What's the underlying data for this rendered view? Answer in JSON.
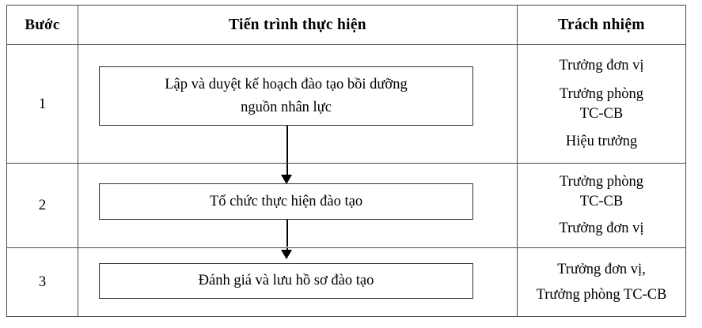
{
  "table": {
    "headers": {
      "step": "Bước",
      "flow": "Tiến trình thực hiện",
      "responsibility": "Trách nhiệm"
    },
    "rows": [
      {
        "step": "1",
        "process_text": "Lập và duyệt kế hoạch đào tạo bồi dưỡng\nnguồn nhân lực",
        "responsibilities": [
          "Trưởng đơn vị",
          "Trưởng phòng\nTC-CB",
          "Hiệu trưởng"
        ],
        "connector_out": "arrow-down"
      },
      {
        "step": "2",
        "process_text": "Tổ chức thực hiện đào tạo",
        "responsibilities": [
          "Trưởng phòng\nTC-CB",
          "Trưởng đơn vị"
        ],
        "connector_in": "arrow-down",
        "connector_out": "arrow-down"
      },
      {
        "step": "3",
        "process_text": "Đánh giá và lưu hồ sơ đào tạo",
        "responsibilities": [
          "Trưởng đơn vị,",
          "Trưởng phòng TC-CB"
        ],
        "connector_in": "arrow-down"
      }
    ]
  },
  "colors": {
    "border": "#2b2b2b",
    "inner_border": "#4a4a4a",
    "box_border": "#2f2f2f",
    "arrow": "#000000",
    "text": "#000000",
    "background": "#ffffff"
  }
}
